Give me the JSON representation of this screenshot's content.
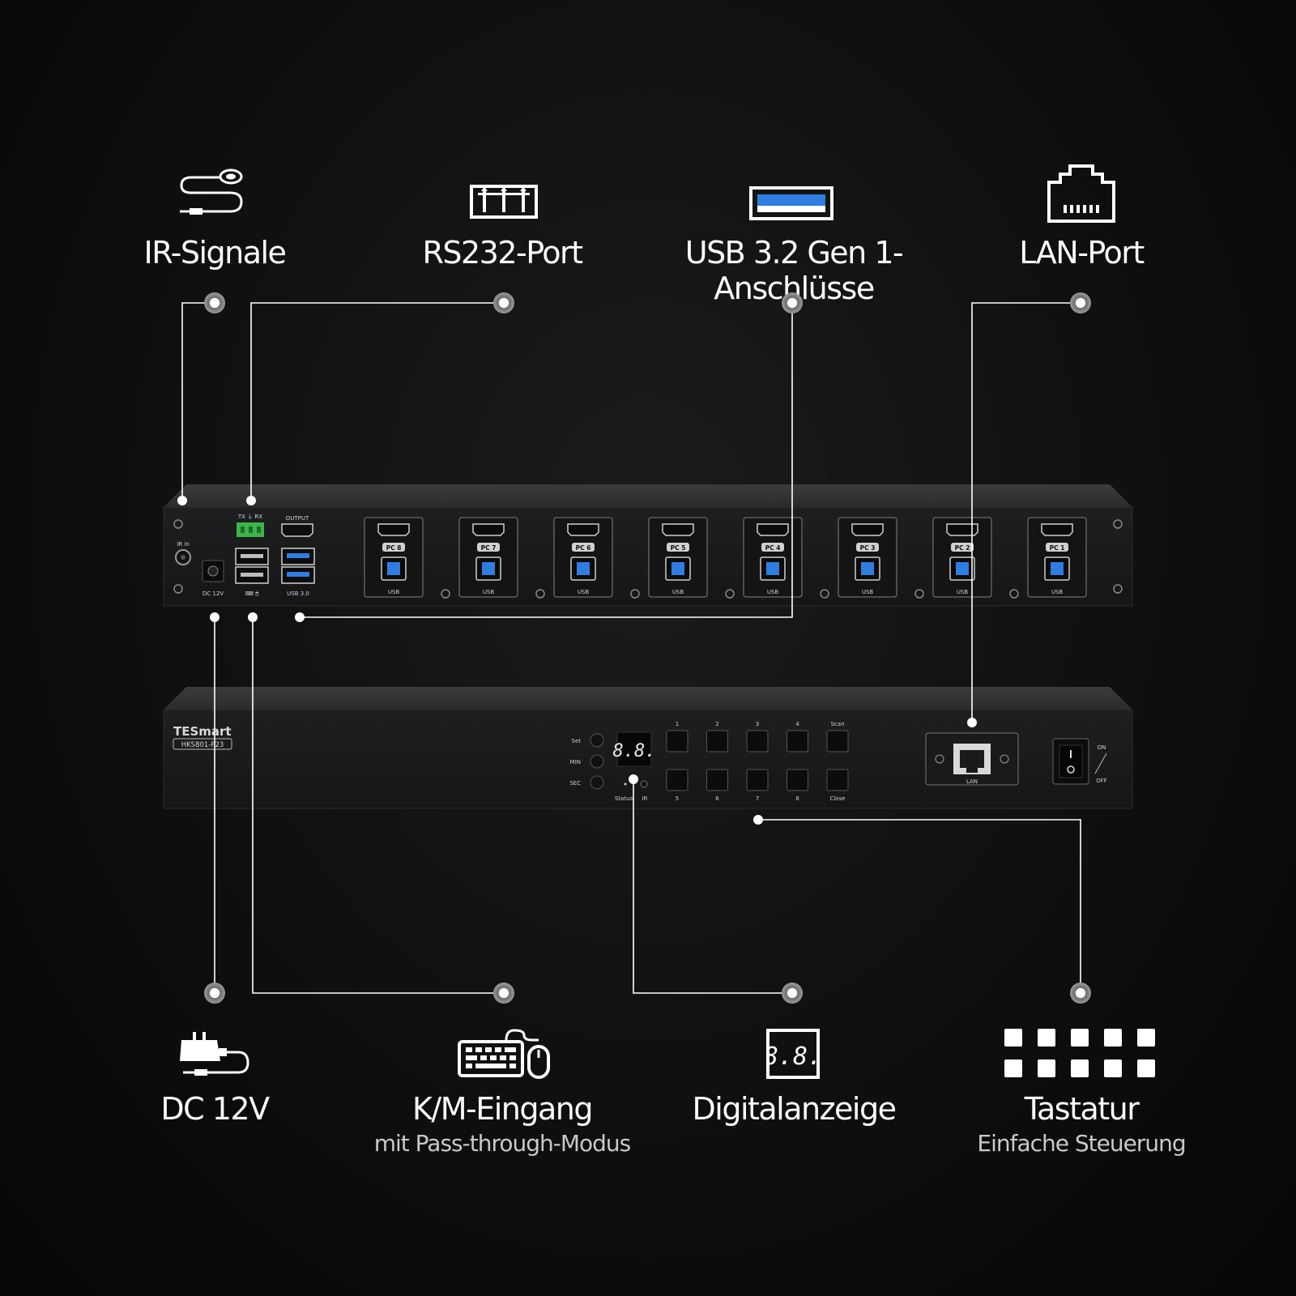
{
  "features": {
    "ir": {
      "title": "IR-Signale",
      "icon": "ir-cable-icon"
    },
    "rs232": {
      "title": "RS232-Port",
      "icon": "rs232-terminal-icon"
    },
    "usb": {
      "title": "USB 3.2 Gen 1-Anschlüsse",
      "icon": "usb-port-icon"
    },
    "lan": {
      "title": "LAN-Port",
      "icon": "ethernet-port-icon"
    },
    "dc": {
      "title": "DC 12V",
      "icon": "power-adapter-icon"
    },
    "km": {
      "title": "K/M-Eingang",
      "subtitle": "mit Pass-through-Modus",
      "icon": "keyboard-mouse-icon"
    },
    "display": {
      "title": "Digitalanzeige",
      "icon": "seven-segment-display-icon"
    },
    "keypad": {
      "title": "Tastatur",
      "subtitle": "Einfache Steuerung",
      "icon": "button-grid-icon"
    }
  },
  "rear_panel": {
    "ir_label": "IR in",
    "rs232_label": "TX ⏚ RX",
    "output_label": "OUTPUT",
    "dc_label": "DC 12V",
    "usb30_label": "USB 3.0",
    "km_label": "⌨ 🖱",
    "pc_ports": [
      {
        "label": "PC 8",
        "usb": "USB"
      },
      {
        "label": "PC 7",
        "usb": "USB"
      },
      {
        "label": "PC 6",
        "usb": "USB"
      },
      {
        "label": "PC 5",
        "usb": "USB"
      },
      {
        "label": "PC 4",
        "usb": "USB"
      },
      {
        "label": "PC 3",
        "usb": "USB"
      },
      {
        "label": "PC 2",
        "usb": "USB"
      },
      {
        "label": "PC 1",
        "usb": "USB"
      }
    ]
  },
  "front_panel": {
    "brand": "TESmart",
    "model": "HKS801-P23",
    "display_value": "8.8.",
    "side_buttons": [
      "Set",
      "MIN",
      "SEC"
    ],
    "status_label": "Status",
    "ir_label": "IR",
    "top_buttons": [
      "1",
      "2",
      "3",
      "4",
      "Scan"
    ],
    "bottom_buttons": [
      "5",
      "6",
      "7",
      "8",
      "Close"
    ],
    "lan_label": "LAN",
    "switch_on": "ON",
    "switch_off": "OFF"
  },
  "colors": {
    "background": "#0f0f10",
    "line": "#ffffff",
    "usb_blue": "#2f7de0",
    "terminal_green": "#3db54a",
    "device_body": "#202122"
  }
}
